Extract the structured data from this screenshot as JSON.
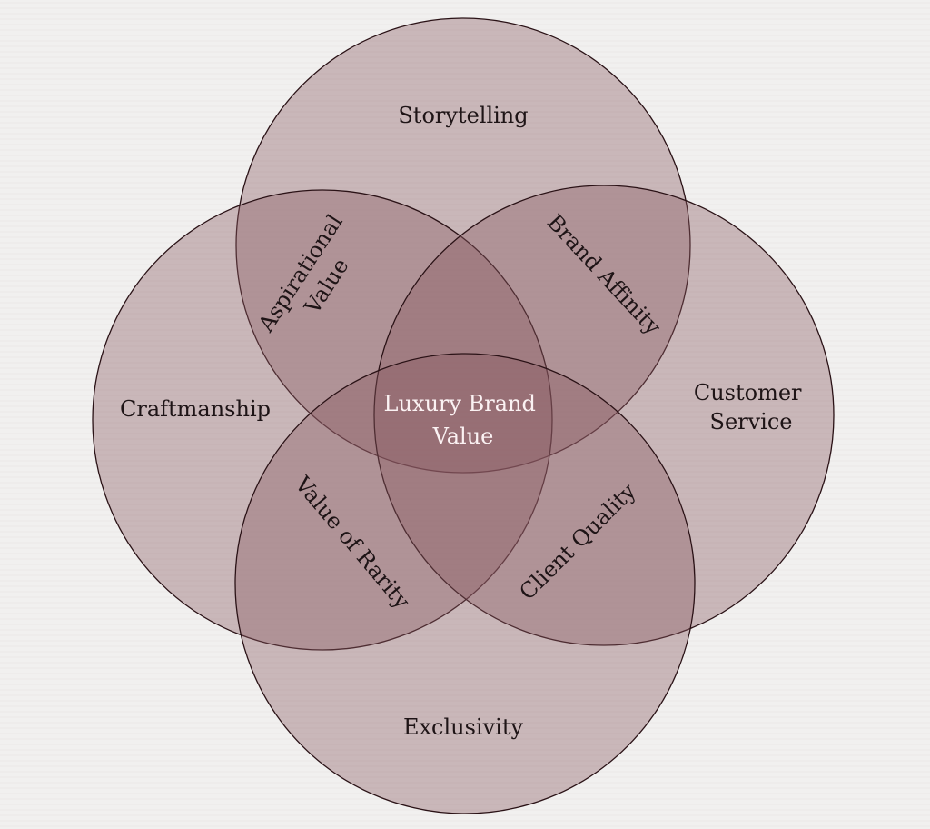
{
  "diagram": {
    "accent_color": "#8a5a62",
    "center_label_color": "#fbf2f3",
    "sets": [
      {
        "label": "Storytelling"
      },
      {
        "label": "Craftmanship"
      },
      {
        "label": "Customer Service"
      },
      {
        "label": "Exclusivity"
      }
    ],
    "overlaps": {
      "storytelling_craftmanship": "Aspirational Value",
      "storytelling_customer_service": "Brand Affinity",
      "craftmanship_exclusivity": "Value of Rarity",
      "customer_service_exclusivity": "Client Quality",
      "center": "Luxury Brand Value"
    }
  }
}
